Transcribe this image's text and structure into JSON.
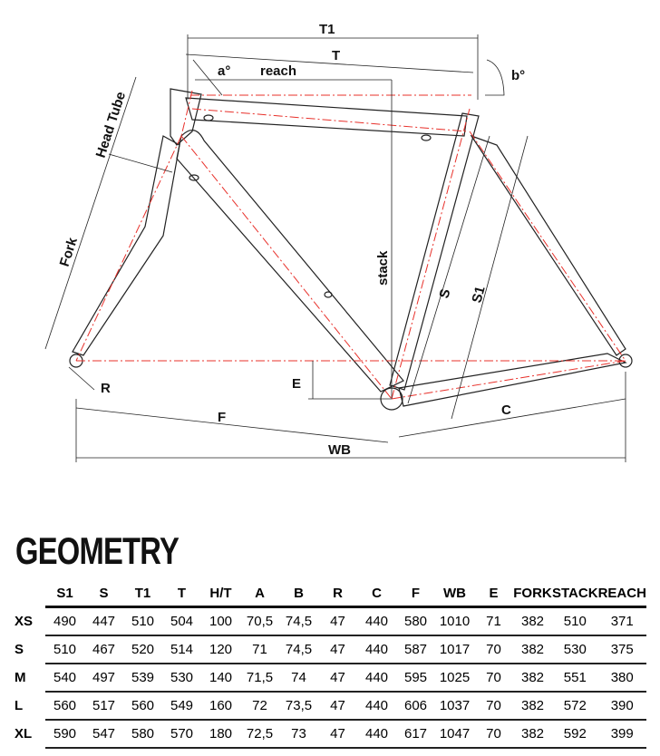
{
  "diagram_labels": {
    "t1": "T1",
    "t": "T",
    "reach": "reach",
    "a": "a°",
    "b": "b°",
    "head_tube": "Head Tube",
    "fork": "Fork",
    "stack": "stack",
    "s": "S",
    "s1": "S1",
    "e": "E",
    "r": "R",
    "f": "F",
    "c": "C",
    "wb": "WB"
  },
  "colors": {
    "dash": "#e8302a",
    "frame": "#222222"
  },
  "title": "GEOMETRY",
  "table": {
    "headers": [
      "S1",
      "S",
      "T1",
      "T",
      "H/T",
      "A",
      "B",
      "R",
      "C",
      "F",
      "WB",
      "E",
      "FORK",
      "STACK",
      "REACH"
    ],
    "rows": [
      {
        "size": "XS",
        "values": [
          "490",
          "447",
          "510",
          "504",
          "100",
          "70,5",
          "74,5",
          "47",
          "440",
          "580",
          "1010",
          "71",
          "382",
          "510",
          "371"
        ]
      },
      {
        "size": "S",
        "values": [
          "510",
          "467",
          "520",
          "514",
          "120",
          "71",
          "74,5",
          "47",
          "440",
          "587",
          "1017",
          "70",
          "382",
          "530",
          "375"
        ]
      },
      {
        "size": "M",
        "values": [
          "540",
          "497",
          "539",
          "530",
          "140",
          "71,5",
          "74",
          "47",
          "440",
          "595",
          "1025",
          "70",
          "382",
          "551",
          "380"
        ]
      },
      {
        "size": "L",
        "values": [
          "560",
          "517",
          "560",
          "549",
          "160",
          "72",
          "73,5",
          "47",
          "440",
          "606",
          "1037",
          "70",
          "382",
          "572",
          "390"
        ]
      },
      {
        "size": "XL",
        "values": [
          "590",
          "547",
          "580",
          "570",
          "180",
          "72,5",
          "73",
          "47",
          "440",
          "617",
          "1047",
          "70",
          "382",
          "592",
          "399"
        ]
      }
    ]
  }
}
